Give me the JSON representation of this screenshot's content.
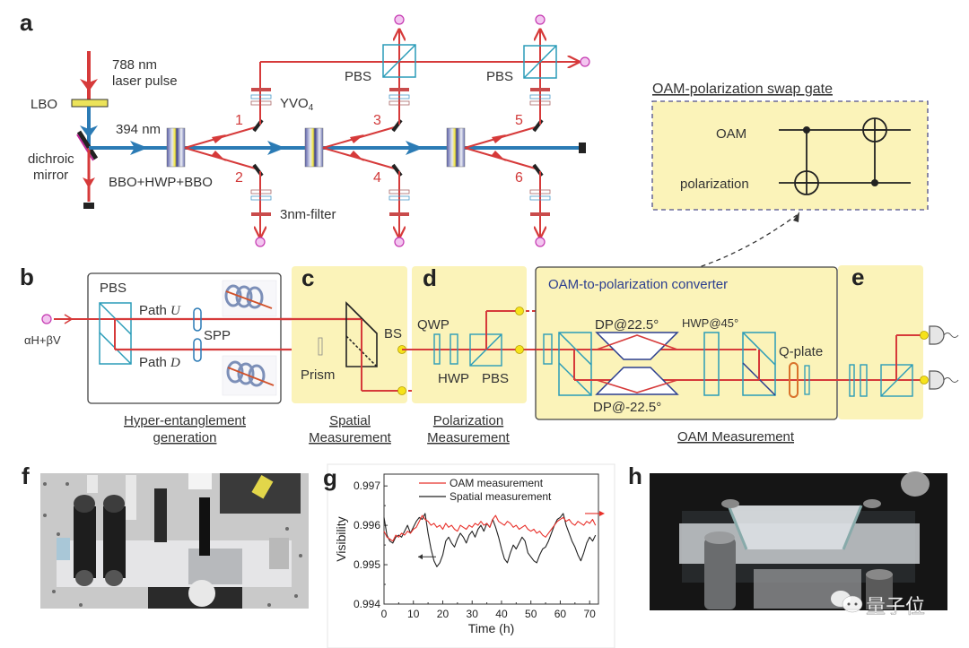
{
  "figure": {
    "panels": {
      "a": {
        "letter": "a",
        "labels": {
          "laser": "788 nm",
          "laser2": "laser pulse",
          "lbo": "LBO",
          "uv": "394 nm",
          "dichroic": "dichroic",
          "dichroic2": "mirror",
          "crystal": "BBO+HWP+BBO",
          "yvo": "YVO",
          "yvo_sub": "4",
          "filter": "3nm-filter",
          "pbs1": "PBS",
          "pbs2": "PBS"
        },
        "photon_numbers": [
          "1",
          "2",
          "3",
          "4",
          "5",
          "6"
        ]
      },
      "swap_gate": {
        "title": "OAM-polarization swap gate",
        "qubits": [
          "OAM",
          "polarization"
        ]
      },
      "b": {
        "letter": "b",
        "input_state": "αH+βV",
        "pbs": "PBS",
        "path_u": "Path ",
        "path_u_var": "U",
        "path_d": "Path ",
        "path_d_var": "D",
        "spp": "SPP",
        "caption_line1": "Hyper-entanglement",
        "caption_line2": "generation"
      },
      "c": {
        "letter": "c",
        "bs": "BS",
        "prism": "Prism",
        "caption_line1": "Spatial",
        "caption_line2": "Measurement"
      },
      "d": {
        "letter": "d",
        "qwp": "QWP",
        "hwp": "HWP",
        "pbs": "PBS",
        "caption_line1": "Polarization",
        "caption_line2": "Measurement"
      },
      "converter": {
        "title": "OAM-to-polarization converter",
        "dp_top": "DP@22.5°",
        "dp_bottom": "DP@-22.5°",
        "hwp": "HWP@45°",
        "qplate": "Q-plate",
        "caption": "OAM Measurement"
      },
      "e": {
        "letter": "e"
      },
      "f": {
        "letter": "f"
      },
      "g": {
        "letter": "g"
      },
      "h": {
        "letter": "h",
        "watermark": "量子位"
      }
    },
    "colors": {
      "beam_red": "#d63a3a",
      "beam_blue": "#2b7bb5",
      "optic_teal": "#2a9cb8",
      "panel_yellow": "#fbf3b9",
      "detector_pink": "#f3c6f0",
      "dot_yellow": "#f6e21a"
    }
  },
  "chart_data": {
    "type": "line",
    "title": "",
    "xlabel": "Time (h)",
    "ylabel": "Visibility",
    "xlim": [
      0,
      73
    ],
    "ylim": [
      0.994,
      0.9973
    ],
    "xticks": [
      0,
      10,
      20,
      30,
      40,
      50,
      60,
      70
    ],
    "yticks": [
      0.994,
      0.995,
      0.996,
      0.997
    ],
    "ytick_labels": [
      "0.994",
      "0.995",
      "0.996",
      "0.997"
    ],
    "xtick_labels": [
      "0",
      "10",
      "20",
      "30",
      "40",
      "50",
      "60",
      "70"
    ],
    "legend_position": "top-center",
    "grid": false,
    "annotations": [
      "arrow left at ~0.9952 pointing to left axis (Spatial)",
      "arrow right at ~0.9963 pointing to right (OAM)"
    ],
    "series": [
      {
        "name": "OAM measurement",
        "color": "#e8302a",
        "x": [
          0,
          1,
          2,
          3,
          4,
          5,
          6,
          7,
          8,
          9,
          10,
          11,
          12,
          13,
          14,
          15,
          16,
          17,
          18,
          19,
          20,
          21,
          22,
          23,
          24,
          25,
          26,
          27,
          28,
          29,
          30,
          31,
          32,
          33,
          34,
          35,
          36,
          37,
          38,
          39,
          40,
          41,
          42,
          43,
          44,
          45,
          46,
          47,
          48,
          49,
          50,
          51,
          52,
          53,
          54,
          55,
          56,
          57,
          58,
          59,
          60,
          61,
          62,
          63,
          64,
          65,
          66,
          67,
          68,
          69,
          70,
          71,
          72
        ],
        "y": [
          0.99585,
          0.9957,
          0.99565,
          0.9956,
          0.99575,
          0.9957,
          0.9958,
          0.99575,
          0.99585,
          0.9958,
          0.9959,
          0.99595,
          0.9961,
          0.99625,
          0.99615,
          0.9961,
          0.996,
          0.99605,
          0.99595,
          0.996,
          0.9959,
          0.99605,
          0.99595,
          0.996,
          0.9959,
          0.99585,
          0.996,
          0.99595,
          0.9959,
          0.996,
          0.99595,
          0.99605,
          0.996,
          0.9961,
          0.996,
          0.99605,
          0.99595,
          0.99615,
          0.99625,
          0.9961,
          0.99605,
          0.996,
          0.9961,
          0.99605,
          0.99595,
          0.996,
          0.9959,
          0.99595,
          0.996,
          0.9959,
          0.99585,
          0.9959,
          0.9958,
          0.99585,
          0.99575,
          0.9957,
          0.9958,
          0.9959,
          0.996,
          0.9961,
          0.99615,
          0.9962,
          0.9961,
          0.99615,
          0.99605,
          0.996,
          0.9961,
          0.99605,
          0.996,
          0.9961,
          0.99605,
          0.99615,
          0.996
        ]
      },
      {
        "name": "Spatial measurement",
        "color": "#222222",
        "x": [
          0,
          1,
          2,
          3,
          4,
          5,
          6,
          7,
          8,
          9,
          10,
          11,
          12,
          13,
          14,
          15,
          16,
          17,
          18,
          19,
          20,
          21,
          22,
          23,
          24,
          25,
          26,
          27,
          28,
          29,
          30,
          31,
          32,
          33,
          34,
          35,
          36,
          37,
          38,
          39,
          40,
          41,
          42,
          43,
          44,
          45,
          46,
          47,
          48,
          49,
          50,
          51,
          52,
          53,
          54,
          55,
          56,
          57,
          58,
          59,
          60,
          61,
          62,
          63,
          64,
          65,
          66,
          67,
          68,
          69,
          70,
          71,
          72
        ],
        "y": [
          0.9962,
          0.99575,
          0.9956,
          0.99555,
          0.9957,
          0.99575,
          0.9957,
          0.99585,
          0.996,
          0.9958,
          0.99595,
          0.9961,
          0.9962,
          0.99615,
          0.9963,
          0.9958,
          0.9954,
          0.9951,
          0.99495,
          0.99505,
          0.99525,
          0.9956,
          0.9957,
          0.99555,
          0.99545,
          0.99565,
          0.9958,
          0.9957,
          0.99555,
          0.99575,
          0.99585,
          0.9957,
          0.9959,
          0.996,
          0.99585,
          0.99605,
          0.99595,
          0.99615,
          0.99595,
          0.9957,
          0.9954,
          0.99515,
          0.99505,
          0.9953,
          0.9955,
          0.9954,
          0.99555,
          0.9957,
          0.9956,
          0.9953,
          0.9952,
          0.9951,
          0.99505,
          0.99525,
          0.9954,
          0.99545,
          0.9956,
          0.9958,
          0.996,
          0.99615,
          0.9962,
          0.9963,
          0.996,
          0.9958,
          0.9956,
          0.99545,
          0.99525,
          0.9951,
          0.9953,
          0.99555,
          0.9957,
          0.9956,
          0.99575
        ]
      }
    ]
  }
}
